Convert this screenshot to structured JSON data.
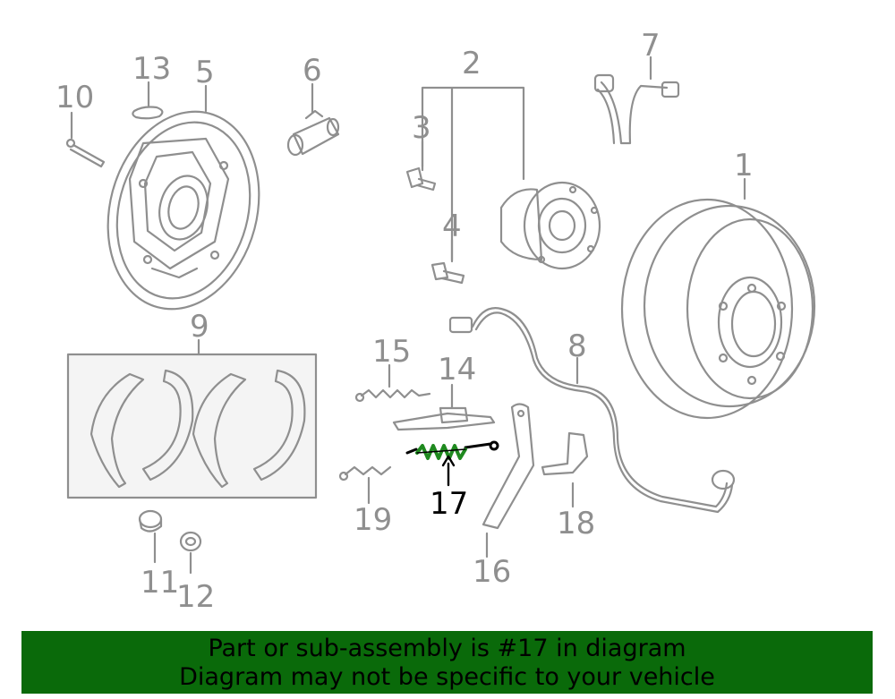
{
  "diagram": {
    "callouts": {
      "c1": "1",
      "c2": "2",
      "c3": "3",
      "c4": "4",
      "c5": "5",
      "c6": "6",
      "c7": "7",
      "c8": "8",
      "c9": "9",
      "c10": "10",
      "c11": "11",
      "c12": "12",
      "c13": "13",
      "c14": "14",
      "c15": "15",
      "c16": "16",
      "c17": "17",
      "c18": "18",
      "c19": "19"
    },
    "highlighted_part": "17",
    "colors": {
      "line": "#8f8f8f",
      "highlight": "#1f8a1f",
      "banner": "#0a6a0a"
    }
  },
  "banner": {
    "line1": "Part or sub-assembly is #17 in diagram",
    "line2": "Diagram may not be specific to your vehicle"
  }
}
